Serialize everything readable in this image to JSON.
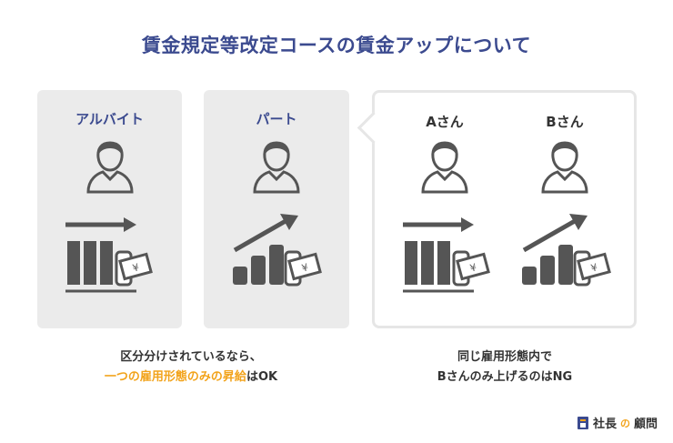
{
  "title": "賃金規定等改定コースの賃金アップについて",
  "cards": {
    "arbeit": {
      "label": "アルバイト"
    },
    "part": {
      "label": "パート"
    },
    "person_a": {
      "label": "Aさん"
    },
    "person_b": {
      "label": "Bさん"
    }
  },
  "captions": {
    "left_line1": "区分分けされているなら、",
    "left_line2_highlight": "一つの雇用形態のみの昇給",
    "left_line2_rest": "はOK",
    "right_line1": "同じ雇用形態内で",
    "right_line2": "Bさんのみ上げるのはNG"
  },
  "brand": {
    "part1": "社長",
    "part2": "の",
    "part3": "顧問"
  },
  "colors": {
    "title": "#3b4a8f",
    "highlight": "#f2a31b",
    "icon": "#555555",
    "card_bg": "#ebebeb"
  }
}
